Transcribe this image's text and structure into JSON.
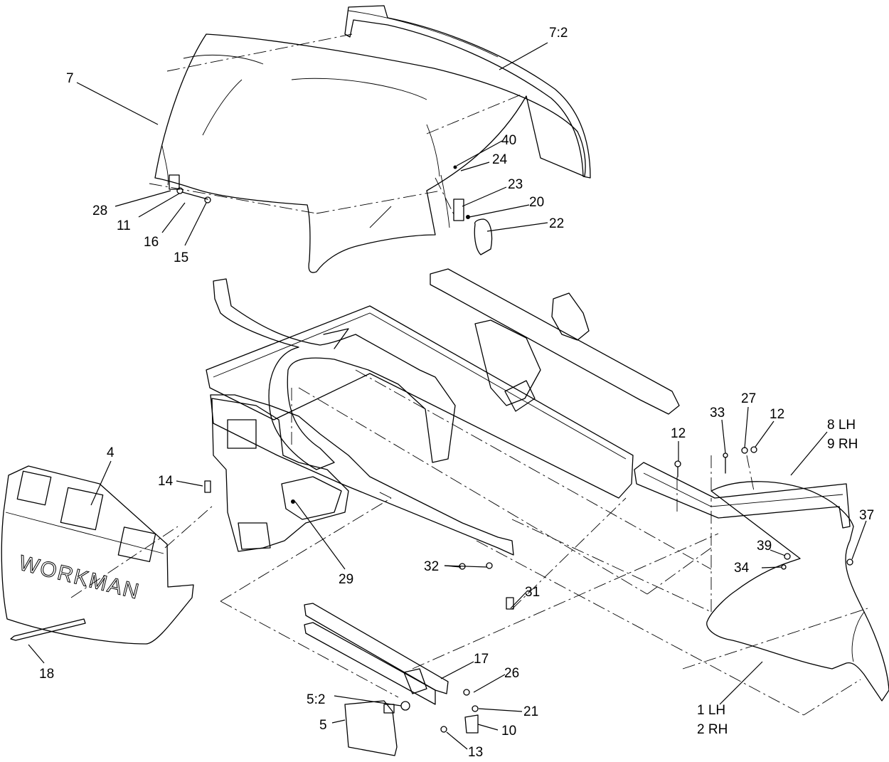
{
  "callouts": {
    "p7": "7",
    "p7_2": "7:2",
    "p40": "40",
    "p24": "24",
    "p23": "23",
    "p20": "20",
    "p22": "22",
    "p28": "28",
    "p11": "11",
    "p16": "16",
    "p15": "15",
    "p4": "4",
    "p14": "14",
    "p29": "29",
    "p18": "18",
    "p32": "32",
    "p31": "31",
    "p33": "33",
    "p27": "27",
    "p12a": "12",
    "p12b": "12",
    "p8": "8 LH",
    "p9": "9 RH",
    "p37": "37",
    "p39": "39",
    "p34": "34",
    "p17": "17",
    "p26": "26",
    "p5_2": "5:2",
    "p5": "5",
    "p21": "21",
    "p10": "10",
    "p13": "13",
    "p1": "1 LH",
    "p2": "2 RH"
  },
  "grille_text": "WORKMAN"
}
